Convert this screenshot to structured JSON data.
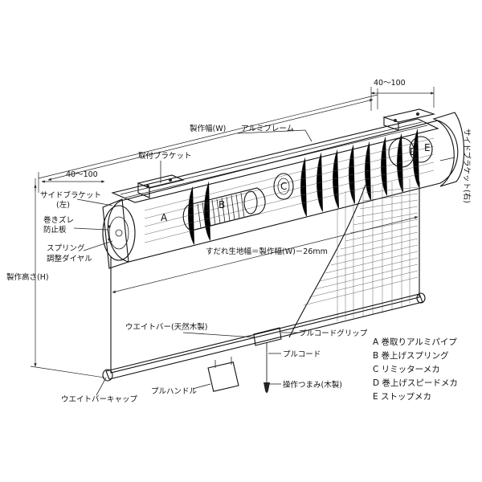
{
  "labels": {
    "width_top_dim": "40～100",
    "width_dim": "製作幅(W)",
    "frame": "アルミフレーム",
    "mount_bracket": "取付ブラケット",
    "left_dim": "40～100",
    "side_bracket_left_line1": "サイドブラケット",
    "side_bracket_left_line2": "(左)",
    "anti_skew_line1": "巻きズレ",
    "anti_skew_line2": "防止板",
    "spring_dial_line1": "スプリング",
    "spring_dial_line2": "調整ダイヤル",
    "height_dim": "製作高さ(H)",
    "blind_width": "すだれ生地幅＝製作幅(W)－26mm",
    "side_bracket_right": "サイドブラケット(右)",
    "weight_bar": "ウエイトバー(天然木製)",
    "pull_cord_grip": "プルコードグリップ",
    "pull_cord": "プルコード",
    "weight_bar_cap": "ウエイトバーキャップ",
    "pull_handle": "プルハンドル",
    "knob": "操作つまみ(木製)"
  },
  "markers": {
    "a": "A",
    "b": "B",
    "c": "C",
    "d": "D",
    "e": "E"
  },
  "legend": [
    "A 巻取りアルミパイプ",
    "B 巻上げスプリング",
    "C リミッターメカ",
    "D 巻上げスピードメカ",
    "E ストップメカ"
  ]
}
